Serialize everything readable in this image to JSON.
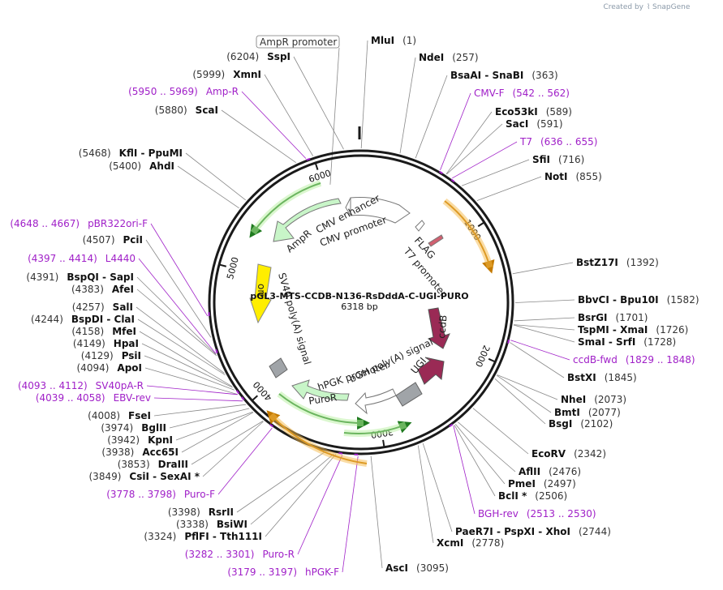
{
  "brand": {
    "prefix": "Created by",
    "name": "SnapGene"
  },
  "plasmid": {
    "name": "pGL3-MTS-CCDB-N136-RsDddA-C-UGI-PURO",
    "length_label": "6318 bp",
    "length": 6318
  },
  "ticks": [
    "1000",
    "2000",
    "3000",
    "4000",
    "5000",
    "6000"
  ],
  "boxed_label": "AmpR promoter",
  "right_sites": [
    {
      "name": "MluI",
      "pos": "(1)"
    },
    {
      "name": "NdeI",
      "pos": "(257)"
    },
    {
      "name": "BsaAI  -  SnaBI",
      "pos": "(363)"
    },
    {
      "name": "Eco53kI",
      "pos": "(589)"
    },
    {
      "name": "SacI",
      "pos": "(591)"
    },
    {
      "name": "SfiI",
      "pos": "(716)"
    },
    {
      "name": "NotI",
      "pos": "(855)"
    },
    {
      "name": "BstZ17I",
      "pos": "(1392)"
    },
    {
      "name": "BbvCI  -  Bpu10I",
      "pos": "(1582)"
    },
    {
      "name": "BsrGI",
      "pos": "(1701)"
    },
    {
      "name": "TspMI  -  XmaI",
      "pos": "(1726)"
    },
    {
      "name": "SmaI  -  SrfI",
      "pos": "(1728)"
    },
    {
      "name": "BstXI",
      "pos": "(1845)"
    },
    {
      "name": "NheI",
      "pos": "(2073)"
    },
    {
      "name": "BmtI",
      "pos": "(2077)"
    },
    {
      "name": "BsgI",
      "pos": "(2102)"
    },
    {
      "name": "EcoRV",
      "pos": "(2342)"
    },
    {
      "name": "AflII",
      "pos": "(2476)"
    },
    {
      "name": "PmeI",
      "pos": "(2497)"
    },
    {
      "name": "BclI *",
      "pos": "(2506)"
    },
    {
      "name": "PaeR7I  -  PspXI  -  XhoI",
      "pos": "(2744)"
    },
    {
      "name": "XcmI",
      "pos": "(2778)"
    },
    {
      "name": "AscI",
      "pos": "(3095)"
    }
  ],
  "right_primers": [
    {
      "name": "CMV-F",
      "pos": "(542 .. 562)"
    },
    {
      "name": "T7",
      "pos": "(636 .. 655)"
    },
    {
      "name": "ccdB-fwd",
      "pos": "(1829 .. 1848)"
    },
    {
      "name": "BGH-rev",
      "pos": "(2513 .. 2530)"
    }
  ],
  "left_sites": [
    {
      "name": "SspI",
      "pos": "(6204)"
    },
    {
      "name": "XmnI",
      "pos": "(5999)"
    },
    {
      "name": "ScaI",
      "pos": "(5880)"
    },
    {
      "name": "KflI  -  PpuMI",
      "pos": "(5468)"
    },
    {
      "name": "AhdI",
      "pos": "(5400)"
    },
    {
      "name": "PciI",
      "pos": "(4507)"
    },
    {
      "name": "BspQI  -  SapI",
      "pos": "(4391)"
    },
    {
      "name": "AfeI",
      "pos": "(4383)"
    },
    {
      "name": "SalI",
      "pos": "(4257)"
    },
    {
      "name": "BspDI  -  ClaI",
      "pos": "(4244)"
    },
    {
      "name": "MfeI",
      "pos": "(4158)"
    },
    {
      "name": "HpaI",
      "pos": "(4149)"
    },
    {
      "name": "PsiI",
      "pos": "(4129)"
    },
    {
      "name": "ApoI",
      "pos": "(4094)"
    },
    {
      "name": "FseI",
      "pos": "(4008)"
    },
    {
      "name": "BglII",
      "pos": "(3974)"
    },
    {
      "name": "KpnI",
      "pos": "(3942)"
    },
    {
      "name": "Acc65I",
      "pos": "(3938)"
    },
    {
      "name": "DraIII",
      "pos": "(3853)"
    },
    {
      "name": "CsiI  -  SexAI *",
      "pos": "(3849)"
    },
    {
      "name": "RsrII",
      "pos": "(3398)"
    },
    {
      "name": "BsiWI",
      "pos": "(3338)"
    },
    {
      "name": "PflFI  -  Tth111I",
      "pos": "(3324)"
    }
  ],
  "left_primers": [
    {
      "name": "Amp-R",
      "pos": "(5950 .. 5969)"
    },
    {
      "name": "pBR322ori-F",
      "pos": "(4648 .. 4667)"
    },
    {
      "name": "L4440",
      "pos": "(4397 .. 4414)"
    },
    {
      "name": "SV40pA-R",
      "pos": "(4093 .. 4112)"
    },
    {
      "name": "EBV-rev",
      "pos": "(4039 .. 4058)"
    },
    {
      "name": "Puro-F",
      "pos": "(3778 .. 3798)"
    },
    {
      "name": "Puro-R",
      "pos": "(3282 .. 3301)"
    },
    {
      "name": "hPGK-F",
      "pos": "(3179 .. 3197)"
    }
  ],
  "features": [
    {
      "name": "CMV enhancer"
    },
    {
      "name": "CMV promoter"
    },
    {
      "name": "FLAG"
    },
    {
      "name": "T7 promoter"
    },
    {
      "name": "ccdB"
    },
    {
      "name": "bGH poly(A) signal"
    },
    {
      "name": "UGI"
    },
    {
      "name": "hPGK promoter"
    },
    {
      "name": "PuroR"
    },
    {
      "name": "SV40 poly(A) signal"
    },
    {
      "name": "ori"
    },
    {
      "name": "AmpR"
    }
  ],
  "colors": {
    "backbone": "#1a1a1a",
    "primer": "#a020c8",
    "ampr": "#c8f5c8",
    "puro": "#c8f5c8",
    "ori": "#ffee00",
    "ccdb": "#9a2a55",
    "promoter": "#ffffff",
    "polya": "#a0a4a8",
    "orf_orange": "#f5a623",
    "orf_green": "#33aa33"
  }
}
